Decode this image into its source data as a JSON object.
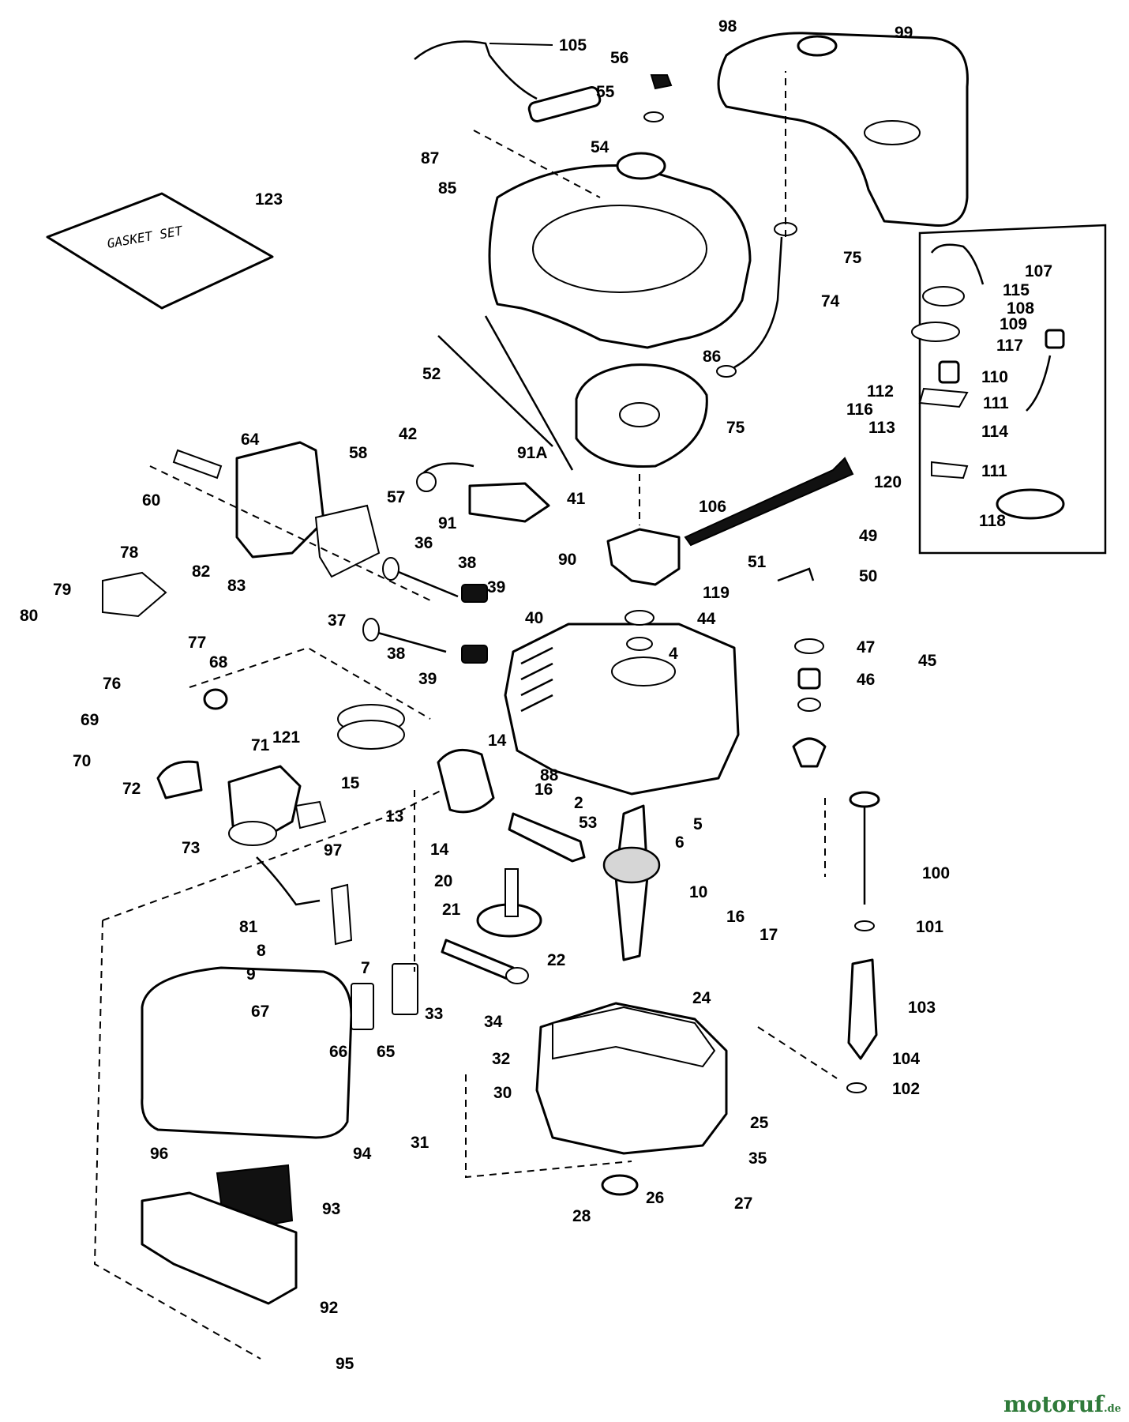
{
  "diagram": {
    "gasket_kit_label": "GASKET SET",
    "callouts": [
      {
        "id": "c105",
        "text": "105"
      },
      {
        "id": "c98",
        "text": "98"
      },
      {
        "id": "c99",
        "text": "99"
      },
      {
        "id": "c56",
        "text": "56"
      },
      {
        "id": "c55",
        "text": "55"
      },
      {
        "id": "c54",
        "text": "54"
      },
      {
        "id": "c87",
        "text": "87"
      },
      {
        "id": "c85",
        "text": "85"
      },
      {
        "id": "c123",
        "text": "123"
      },
      {
        "id": "c75a",
        "text": "75"
      },
      {
        "id": "c74",
        "text": "74"
      },
      {
        "id": "c107",
        "text": "107"
      },
      {
        "id": "c115",
        "text": "115"
      },
      {
        "id": "c108",
        "text": "108"
      },
      {
        "id": "c109",
        "text": "109"
      },
      {
        "id": "c117",
        "text": "117"
      },
      {
        "id": "c110",
        "text": "110"
      },
      {
        "id": "c112",
        "text": "112"
      },
      {
        "id": "c111a",
        "text": "111"
      },
      {
        "id": "c116",
        "text": "116"
      },
      {
        "id": "c113",
        "text": "113"
      },
      {
        "id": "c114",
        "text": "114"
      },
      {
        "id": "c111b",
        "text": "111"
      },
      {
        "id": "c120",
        "text": "120"
      },
      {
        "id": "c118",
        "text": "118"
      },
      {
        "id": "c52",
        "text": "52"
      },
      {
        "id": "c86",
        "text": "86"
      },
      {
        "id": "c75b",
        "text": "75"
      },
      {
        "id": "c106",
        "text": "106"
      },
      {
        "id": "c42",
        "text": "42"
      },
      {
        "id": "c91A",
        "text": "91A"
      },
      {
        "id": "c41",
        "text": "41"
      },
      {
        "id": "c91",
        "text": "91"
      },
      {
        "id": "c64",
        "text": "64"
      },
      {
        "id": "c58",
        "text": "58"
      },
      {
        "id": "c60",
        "text": "60"
      },
      {
        "id": "c57",
        "text": "57"
      },
      {
        "id": "c78",
        "text": "78"
      },
      {
        "id": "c82",
        "text": "82"
      },
      {
        "id": "c83",
        "text": "83"
      },
      {
        "id": "c36",
        "text": "36"
      },
      {
        "id": "c38a",
        "text": "38"
      },
      {
        "id": "c39a",
        "text": "39"
      },
      {
        "id": "c90",
        "text": "90"
      },
      {
        "id": "c119",
        "text": "119"
      },
      {
        "id": "c49",
        "text": "49"
      },
      {
        "id": "c51",
        "text": "51"
      },
      {
        "id": "c50",
        "text": "50"
      },
      {
        "id": "c79",
        "text": "79"
      },
      {
        "id": "c80",
        "text": "80"
      },
      {
        "id": "c77",
        "text": "77"
      },
      {
        "id": "c37",
        "text": "37"
      },
      {
        "id": "c40",
        "text": "40"
      },
      {
        "id": "c44",
        "text": "44"
      },
      {
        "id": "c4",
        "text": "4"
      },
      {
        "id": "c47",
        "text": "47"
      },
      {
        "id": "c45",
        "text": "45"
      },
      {
        "id": "c38b",
        "text": "38"
      },
      {
        "id": "c39b",
        "text": "39"
      },
      {
        "id": "c46",
        "text": "46"
      },
      {
        "id": "c76",
        "text": "76"
      },
      {
        "id": "c68",
        "text": "68"
      },
      {
        "id": "c69",
        "text": "69"
      },
      {
        "id": "c70",
        "text": "70"
      },
      {
        "id": "c71",
        "text": "71"
      },
      {
        "id": "c121",
        "text": "121"
      },
      {
        "id": "c14a",
        "text": "14"
      },
      {
        "id": "c15",
        "text": "15"
      },
      {
        "id": "c88",
        "text": "88"
      },
      {
        "id": "c72",
        "text": "72"
      },
      {
        "id": "c13",
        "text": "13"
      },
      {
        "id": "c2",
        "text": "2"
      },
      {
        "id": "c16a",
        "text": "16"
      },
      {
        "id": "c5",
        "text": "5"
      },
      {
        "id": "c53",
        "text": "53"
      },
      {
        "id": "c6",
        "text": "6"
      },
      {
        "id": "c73",
        "text": "73"
      },
      {
        "id": "c97",
        "text": "97"
      },
      {
        "id": "c14b",
        "text": "14"
      },
      {
        "id": "c100",
        "text": "100"
      },
      {
        "id": "c20",
        "text": "20"
      },
      {
        "id": "c10",
        "text": "10"
      },
      {
        "id": "c21",
        "text": "21"
      },
      {
        "id": "c81",
        "text": "81"
      },
      {
        "id": "c16b",
        "text": "16"
      },
      {
        "id": "c17",
        "text": "17"
      },
      {
        "id": "c101",
        "text": "101"
      },
      {
        "id": "c8",
        "text": "8"
      },
      {
        "id": "c22",
        "text": "22"
      },
      {
        "id": "c7",
        "text": "7"
      },
      {
        "id": "c9",
        "text": "9"
      },
      {
        "id": "c103",
        "text": "103"
      },
      {
        "id": "c24",
        "text": "24"
      },
      {
        "id": "c67",
        "text": "67"
      },
      {
        "id": "c33",
        "text": "33"
      },
      {
        "id": "c34",
        "text": "34"
      },
      {
        "id": "c66",
        "text": "66"
      },
      {
        "id": "c65",
        "text": "65"
      },
      {
        "id": "c32",
        "text": "32"
      },
      {
        "id": "c104",
        "text": "104"
      },
      {
        "id": "c102",
        "text": "102"
      },
      {
        "id": "c30",
        "text": "30"
      },
      {
        "id": "c25",
        "text": "25"
      },
      {
        "id": "c94",
        "text": "94"
      },
      {
        "id": "c96",
        "text": "96"
      },
      {
        "id": "c31",
        "text": "31"
      },
      {
        "id": "c35",
        "text": "35"
      },
      {
        "id": "c93",
        "text": "93"
      },
      {
        "id": "c26",
        "text": "26"
      },
      {
        "id": "c27",
        "text": "27"
      },
      {
        "id": "c28",
        "text": "28"
      },
      {
        "id": "c92",
        "text": "92"
      },
      {
        "id": "c95",
        "text": "95"
      }
    ]
  },
  "watermark": {
    "brand": "motoruf",
    "tld": ".de",
    "color": "#2f7a3a"
  }
}
